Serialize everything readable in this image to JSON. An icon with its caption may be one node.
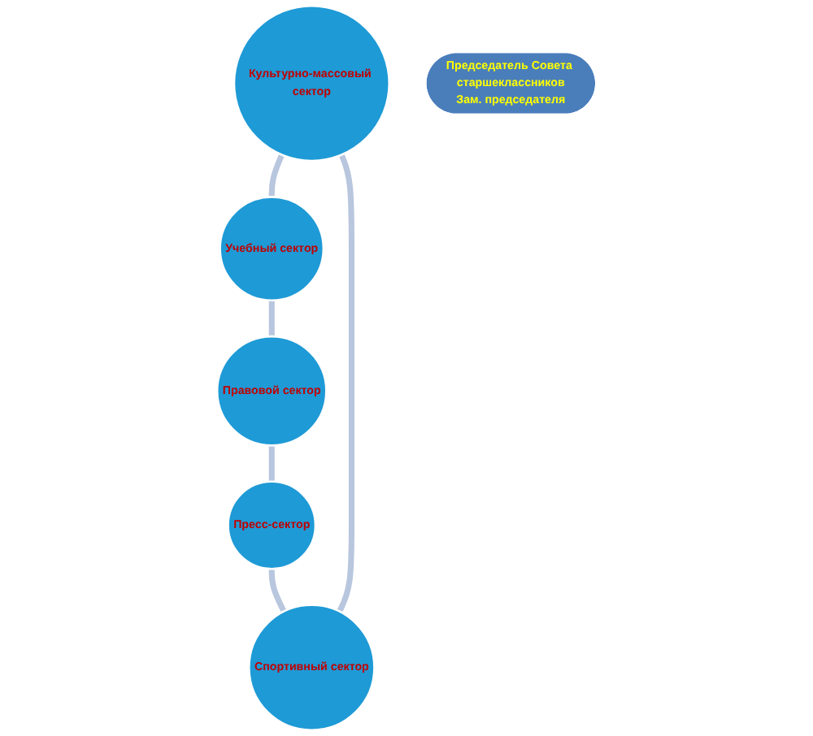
{
  "diagram": {
    "nodes": [
      {
        "text": [
          "Культурно-массовый сектор"
        ]
      },
      {
        "text": [
          "Спортивный сектор"
        ]
      },
      {
        "text": [
          "Председатель Совета старшеклассников",
          "Зам. председателя"
        ]
      },
      {
        "text": [
          "Учебный сектор"
        ]
      },
      {
        "text": [
          "Пресс-сектор"
        ]
      },
      {
        "text": [
          "Правовой сектор"
        ]
      }
    ],
    "edges": [
      {
        "from": 0,
        "to": 3,
        "arrow": "none"
      },
      {
        "from": 3,
        "to": 5,
        "arrow": "none"
      },
      {
        "from": 5,
        "to": 4,
        "arrow": "none"
      },
      {
        "from": 4,
        "to": 1,
        "arrow": "none"
      },
      {
        "from": 1,
        "to": 0,
        "arrow": "none"
      }
    ]
  }
}
